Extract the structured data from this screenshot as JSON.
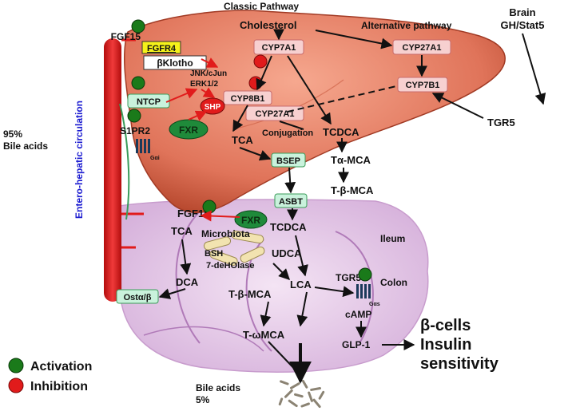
{
  "headers": {
    "classic": "Classic Pathway",
    "alternative": "Alternative  pathway",
    "brain_line1": "Brain",
    "brain_line2": "GH/Stat5"
  },
  "liver": {
    "cholesterol": "Cholesterol",
    "cyp7a1": "CYP7A1",
    "cyp27a1_alt": "CYP27A1",
    "cyp7b1": "CYP7B1",
    "cyp8b1": "CYP8B1",
    "cyp27a1": "CYP27A1",
    "shp": "SHP",
    "fxr": "FXR",
    "tca": "TCA",
    "conjugation": "Conjugation",
    "tcdca": "TCDCA",
    "ta_mca": "Tα-MCA",
    "tb_mca": "T-β-MCA",
    "jnk_line1": "JNK/cJun",
    "jnk_line2": "ERK1/2",
    "tgr5": "TGR5"
  },
  "membrane": {
    "fgfr4": "FGFR4",
    "bklotho": "βKlotho",
    "ntcp": "NTCP",
    "s1pr2": "S1PR2",
    "gai": "Gαi",
    "bsep": "BSEP",
    "asbt": "ASBT",
    "ost": "Ostα/β"
  },
  "left": {
    "fgf15": "FGF15",
    "bile_pct": "95%",
    "bile_label": "Bile acids",
    "circulation": "Entero-hepatic circulation"
  },
  "intestine": {
    "fgf15": "FGF15",
    "fxr": "FXR",
    "tcdca": "TCDCA",
    "tca": "TCA",
    "microbiota": "Microbiota",
    "bsh": "BSH",
    "dehoxlase": "7-deHOlase",
    "udca": "UDCA",
    "ileum": "Ileum",
    "dca": "DCA",
    "lca": "LCA",
    "tgr5": "TGR5",
    "colon": "Colon",
    "gas": "Gαs",
    "tb_mca": "T-β-MCA",
    "camp": "cAMP",
    "tw_mca": "T-ωMCA",
    "glp1": "GLP-1",
    "out_line1": "β-cells",
    "out_line2": "Insulin",
    "out_line3": "sensitivity",
    "bile_label": "Bile acids",
    "bile_pct": "5%"
  },
  "legend": {
    "activation": "Activation",
    "inhibition": "Inhibition",
    "activation_color": "#1a7a1a",
    "inhibition_color": "#e11b1b"
  },
  "colors": {
    "liver": "#e0745a",
    "vessel": "#e11b1b",
    "enzyme_fill": "#f7d0d0",
    "transporter_fill": "#c9f2dc",
    "fxr": "#1f8a3a",
    "intestine": "#e7c9ea"
  }
}
